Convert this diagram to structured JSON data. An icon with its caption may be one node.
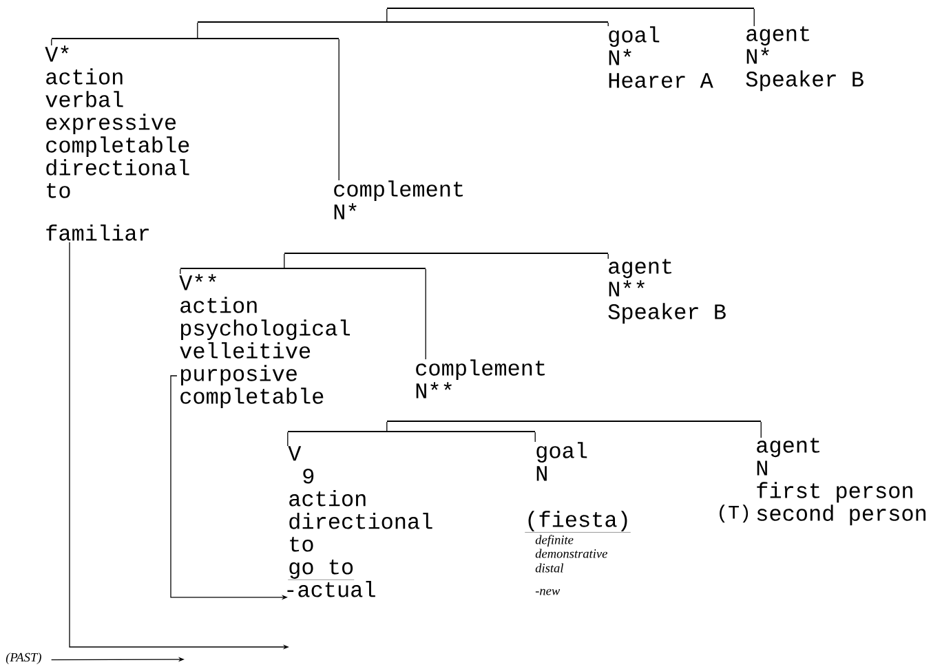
{
  "diagram": {
    "nodes": [
      {
        "text": [],
        "shape": "bar"
      },
      {
        "text": [],
        "shape": "bar"
      },
      {
        "text": [],
        "shape": "bar"
      },
      {
        "text": [
          "goal",
          "N*",
          "Hearer A"
        ]
      },
      {
        "text": [
          "agent",
          "N*",
          "Speaker B"
        ]
      },
      {
        "text": [
          "V*",
          "action",
          "verbal",
          "expressive",
          "completable",
          "directional",
          "to"
        ]
      },
      {
        "text": [
          "complement",
          "N*"
        ]
      },
      {
        "text": [
          "familiar"
        ]
      },
      {
        "text": [],
        "shape": "bar"
      },
      {
        "text": [],
        "shape": "bar"
      },
      {
        "text": [
          "agent",
          "N**",
          "Speaker B"
        ]
      },
      {
        "text": [
          "V**",
          "action",
          "psychological",
          "velleitive",
          "purposive",
          "completable"
        ]
      },
      {
        "text": [
          "complement",
          "N**"
        ]
      },
      {
        "text": [],
        "shape": "bar"
      },
      {
        "text": [],
        "shape": "bar"
      },
      {
        "text": [
          "V",
          "9",
          "action",
          "directional",
          "to",
          "go to",
          "-actual"
        ]
      },
      {
        "text": [
          "goal",
          "N",
          "(fiesta)",
          "definite",
          "demonstrative",
          "distal",
          "-new"
        ]
      },
      {
        "text": [
          "agent",
          "N",
          "first person",
          "second person"
        ],
        "beside": [
          "(T)"
        ]
      },
      {
        "text": [
          "(PAST)"
        ]
      }
    ],
    "edges": [
      {
        "from": 0,
        "to": 1,
        "arrow": "none"
      },
      {
        "from": 0,
        "to": 4,
        "arrow": "none"
      },
      {
        "from": 1,
        "to": 2,
        "arrow": "none"
      },
      {
        "from": 1,
        "to": 3,
        "arrow": "none"
      },
      {
        "from": 2,
        "to": 5,
        "arrow": "none"
      },
      {
        "from": 2,
        "to": 6,
        "arrow": "none"
      },
      {
        "from": 8,
        "to": 9,
        "arrow": "none"
      },
      {
        "from": 8,
        "to": 10,
        "arrow": "none"
      },
      {
        "from": 9,
        "to": 11,
        "arrow": "none"
      },
      {
        "from": 9,
        "to": 12,
        "arrow": "none"
      },
      {
        "from": 13,
        "to": 14,
        "arrow": "none"
      },
      {
        "from": 13,
        "to": 17,
        "arrow": "none"
      },
      {
        "from": 14,
        "to": 15,
        "arrow": "none"
      },
      {
        "from": 14,
        "to": 16,
        "arrow": "none"
      },
      {
        "from": 11,
        "to": 15,
        "arrow": "to"
      },
      {
        "from": 7,
        "to": null,
        "arrow": "to"
      },
      {
        "from": 18,
        "to": null,
        "arrow": "to"
      }
    ]
  }
}
